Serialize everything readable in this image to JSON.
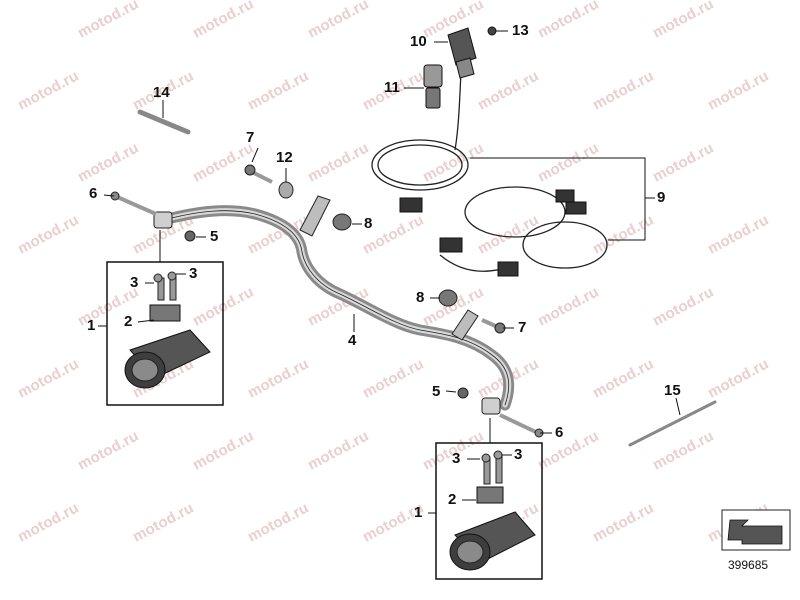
{
  "watermark": "motod.ru",
  "callouts": {
    "c1a": "1",
    "c1b": "1",
    "c2a": "2",
    "c2b": "2",
    "c3a": "3",
    "c3b": "3",
    "c3c": "3",
    "c3d": "3",
    "c4": "4",
    "c5a": "5",
    "c5b": "5",
    "c6a": "6",
    "c6b": "6",
    "c7a": "7",
    "c7b": "7",
    "c8a": "8",
    "c8b": "8",
    "c9": "9",
    "c10": "10",
    "c11": "11",
    "c12": "12",
    "c13": "13",
    "c14": "14",
    "c15": "15"
  },
  "reference_number": "399685",
  "colors": {
    "line": "#111111",
    "watermark": "#e9cfcf",
    "part": "#9a9a9a"
  }
}
